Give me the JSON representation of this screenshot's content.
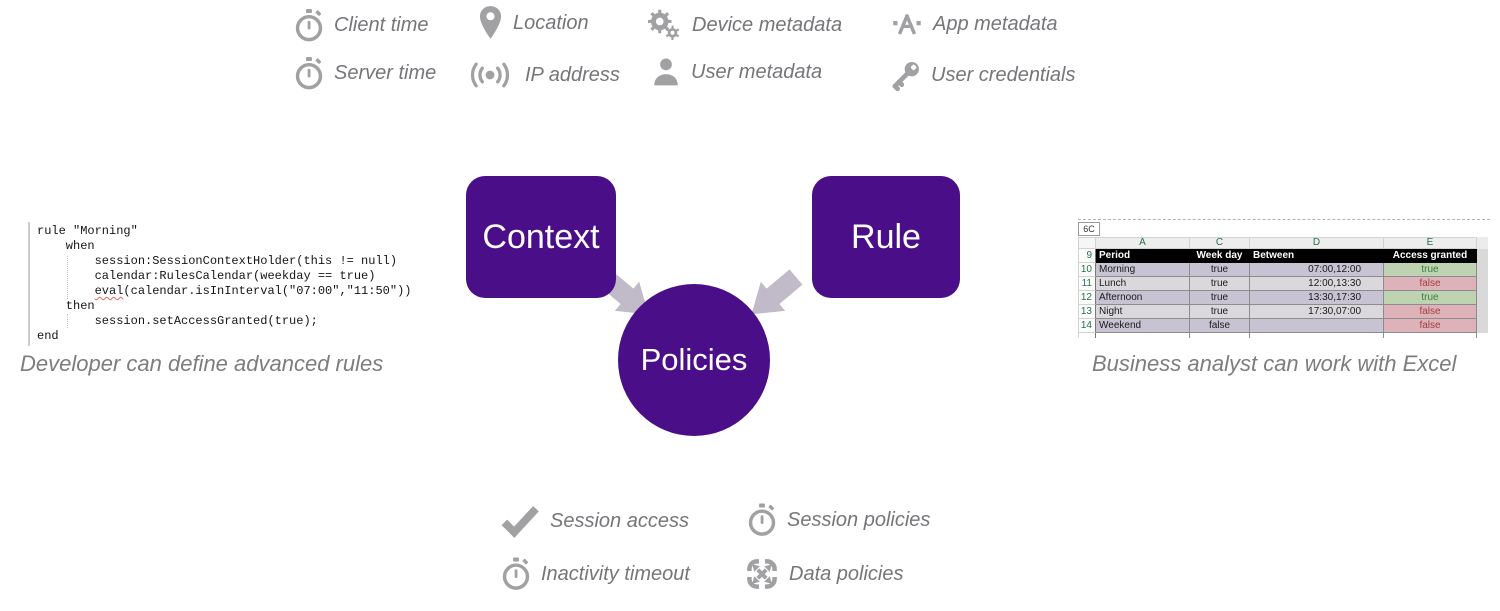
{
  "colors": {
    "purple": "#4a0e88",
    "arrow_gray": "#c1bac9",
    "icon_gray": "#a1a1a4",
    "label_gray": "#76767a",
    "caption_gray": "#7d7d7f",
    "excel_green": "#217346",
    "row_a": "#c7c3d2",
    "row_b": "#dad8dd",
    "true_bg": "#bdd3b2",
    "true_text": "#3f7d3f",
    "false_bg": "#ddb3b9",
    "false_text": "#a43c40"
  },
  "top_legend": {
    "items": [
      {
        "icon": "stopwatch-icon",
        "label": "Client time"
      },
      {
        "icon": "location-pin-icon",
        "label": "Location"
      },
      {
        "icon": "gears-icon",
        "label": "Device metadata"
      },
      {
        "icon": "app-icon",
        "label": "App metadata"
      },
      {
        "icon": "stopwatch-icon",
        "label": "Server time"
      },
      {
        "icon": "signal-icon",
        "label": "IP address"
      },
      {
        "icon": "person-icon",
        "label": "User metadata"
      },
      {
        "icon": "key-icon",
        "label": "User credentials"
      }
    ]
  },
  "diagram": {
    "context_label": "Context",
    "rule_label": "Rule",
    "policies_label": "Policies"
  },
  "code_panel": {
    "line0": "rule \"Morning\"",
    "line1": "    when",
    "line2": "        session:SessionContextHolder(this != null)",
    "line3": "        calendar:RulesCalendar(weekday == true)",
    "line4_indent": "        ",
    "line4_eval": "eval",
    "line4_rest": "(calendar.isInInterval(\"07:00\",\"11:50\"))",
    "line5": "    then",
    "line6": "        session.setAccessGranted(true);",
    "line7": "end",
    "caption": "Developer can define advanced rules"
  },
  "excel_panel": {
    "name_box": "6C",
    "column_letters": [
      "A",
      "C",
      "D",
      "E"
    ],
    "header_row_num": "9",
    "headers": [
      "Period",
      "Week day",
      "Between",
      "Access granted"
    ],
    "rows": [
      {
        "num": "10",
        "period": "Morning",
        "weekday": "true",
        "between": "07:00,12:00",
        "access": "true"
      },
      {
        "num": "11",
        "period": "Lunch",
        "weekday": "true",
        "between": "12:00,13:30",
        "access": "false"
      },
      {
        "num": "12",
        "period": "Afternoon",
        "weekday": "true",
        "between": "13:30,17:30",
        "access": "true"
      },
      {
        "num": "13",
        "period": "Night",
        "weekday": "true",
        "between": "17:30,07:00",
        "access": "false"
      },
      {
        "num": "14",
        "period": "Weekend",
        "weekday": "false",
        "between": "",
        "access": "false"
      }
    ],
    "caption": "Business analyst can work with Excel"
  },
  "bottom_legend": {
    "items": [
      {
        "icon": "check-icon",
        "label": "Session access"
      },
      {
        "icon": "stopwatch-icon",
        "label": "Session policies"
      },
      {
        "icon": "stopwatch-icon",
        "label": "Inactivity timeout"
      },
      {
        "icon": "data-policies-icon",
        "label": "Data policies"
      }
    ]
  }
}
